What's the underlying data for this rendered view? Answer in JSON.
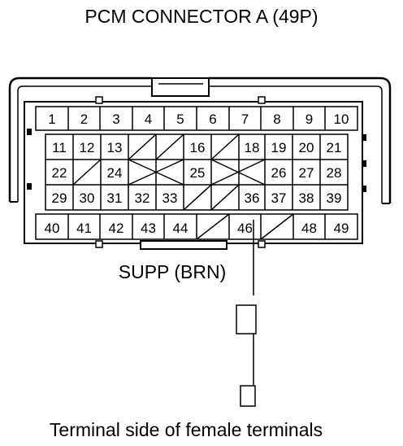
{
  "title": "PCM CONNECTOR A (49P)",
  "wire_label": "SUPP (BRN)",
  "footer": "Terminal side of female terminals",
  "rows": [
    [
      "1",
      "2",
      "3",
      "4",
      "5",
      "6",
      "7",
      "8",
      "9",
      "10"
    ],
    [
      "11",
      "12",
      "13",
      "",
      "",
      "16",
      "",
      "18",
      "19",
      "20",
      "21"
    ],
    [
      "22",
      "",
      "24",
      "",
      "",
      "25",
      "",
      "",
      "26",
      "27",
      "28"
    ],
    [
      "29",
      "30",
      "31",
      "32",
      "33",
      "",
      "",
      "36",
      "37",
      "38",
      "39"
    ],
    [
      "40",
      "41",
      "42",
      "43",
      "44",
      "",
      "46",
      "",
      "",
      "48",
      "49"
    ]
  ],
  "highlight_terminal": "46"
}
